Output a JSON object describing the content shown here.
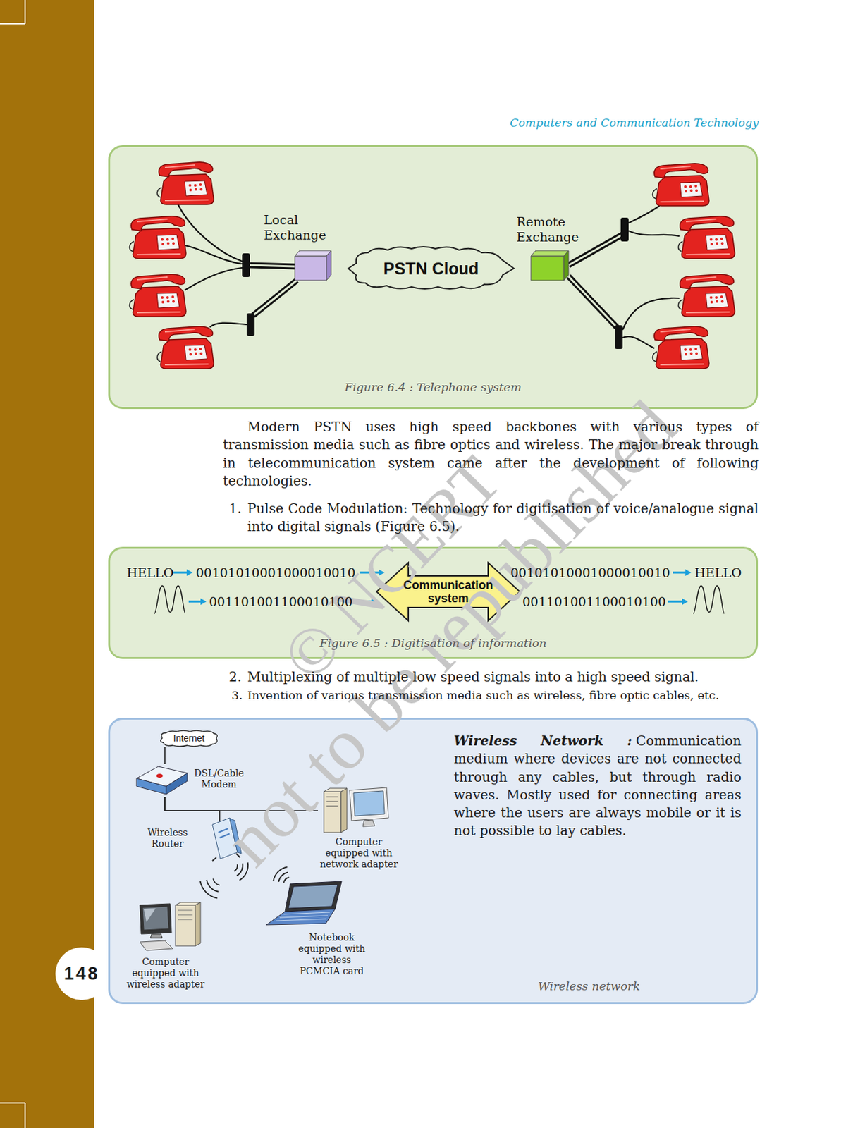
{
  "diagram": {
    "nodes": [
      {
        "text": [
          "Figure 6.4 : Telephone system"
        ]
      },
      {
        "text": [
          "Local Exchange"
        ],
        "in": 0
      },
      {
        "text": [
          "PSTN Cloud"
        ],
        "in": 0
      },
      {
        "text": [
          "Remote Exchange"
        ],
        "in": 0
      },
      {
        "text": [
          "Figure 6.5 : Digitisation of information"
        ]
      },
      {
        "text": [
          "Communication system"
        ],
        "in": 4
      },
      {
        "text": [
          "Wireless Network :",
          "Communication medium where devices are not connected through any cables, but through radio waves. Mostly used for connecting areas where the users are always mobile or it is not possible to lay cables.",
          "Wireless network"
        ]
      },
      {
        "text": [
          "Internet"
        ],
        "in": 6
      },
      {
        "text": [
          "DSL/Cable Modem"
        ],
        "in": 6
      },
      {
        "text": [
          "Wireless Router"
        ],
        "in": 6
      },
      {
        "text": [
          "Computer equipped with network adapter"
        ],
        "in": 6
      },
      {
        "text": [
          "Computer equipped with wireless adapter"
        ],
        "in": 6
      },
      {
        "text": [
          "Notebook equipped with wireless PCMCIA card"
        ],
        "in": 6
      },
      {
        "text": [
          "148"
        ]
      }
    ],
    "edges": [
      {
        "from": 7,
        "to": 8,
        "arrow": "none"
      },
      {
        "from": 8,
        "to": 9,
        "arrow": "none"
      },
      {
        "from": 8,
        "to": 10,
        "arrow": "none"
      }
    ],
    "labels": [
      "Computers and Communication Technology",
      "Modern PSTN uses high speed backbones with various types of transmission media such as fibre optics and wireless. The major break through in telecommunication system came after the development of following technologies.",
      "1.",
      "Pulse Code Modulation: Technology for digitisation of voice/analogue signal into digital signals (Figure 6.5).",
      "HELLO",
      "00101010001000010010",
      "00101010001000010010",
      "HELLO",
      "001101001100010100",
      "001101001100010100",
      "2.",
      "Multiplexing of multiple low speed signals into a high speed signal.",
      "3.",
      "Invention of various transmission media such as wireless, fibre optic cables, etc.",
      "© NCERT",
      "not to be republished"
    ]
  }
}
